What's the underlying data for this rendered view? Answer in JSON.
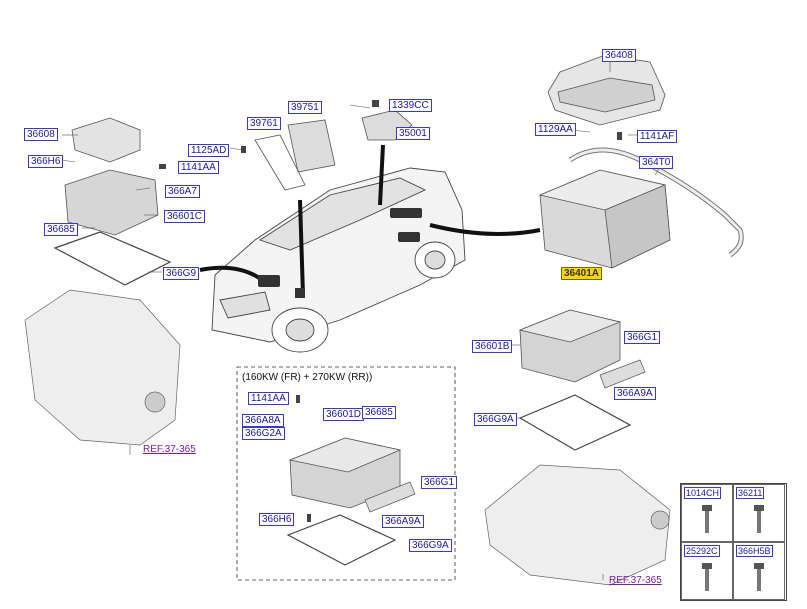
{
  "labels": {
    "p36408": "36408",
    "p1339CC": "1339CC",
    "p39751": "39751",
    "p39761": "39761",
    "p35001": "35001",
    "p1125AD": "1125AD",
    "p1141AA_top": "1141AA",
    "p36608": "36608",
    "p366H6_top": "366H6",
    "p366A7": "366A7",
    "p366O1C": "36601C",
    "p36685_top": "36685",
    "p366G9": "366G9",
    "p1129AA": "1129AA",
    "p1141AF": "1141AF",
    "p364T0": "364T0",
    "p36401A": "36401A",
    "p36601B": "36601B",
    "p366G1_right": "366G1",
    "p366A9A_right": "366A9A",
    "p366G9A_right": "366G9A",
    "p1141AA_box": "1141AA",
    "p366A8A": "366A8A",
    "p366G2A": "366G2A",
    "p36601D": "36601D",
    "p36685_box": "36685",
    "p366G1_box": "366G1",
    "p366H6_box": "366H6",
    "p366A9A_box": "366A9A",
    "p366G9A_box": "366G9A"
  },
  "refs": {
    "left": "REF.37-365",
    "right": "REF.37-365"
  },
  "variant_note": "(160KW (FR) + 270KW (RR))",
  "fastener_table": [
    {
      "code": "1014CH"
    },
    {
      "code": "36211"
    },
    {
      "code": "25292C"
    },
    {
      "code": "366H5B"
    }
  ],
  "colors": {
    "label_text": "#1a1aa6",
    "highlight": "#ffd400",
    "ref_link": "#7b1fa2"
  }
}
